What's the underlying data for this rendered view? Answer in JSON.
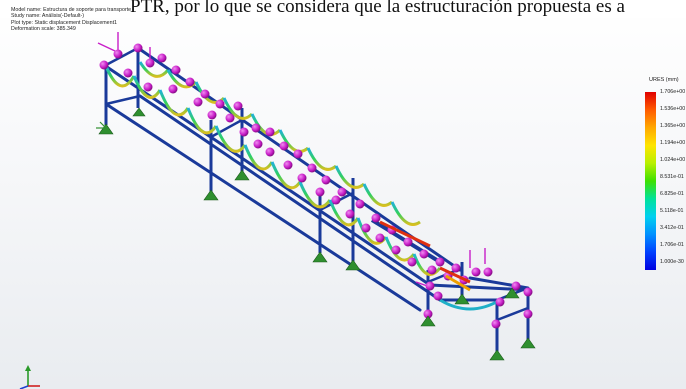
{
  "document": {
    "text_fragment": "PTR, por lo que se considera que la estructuración propuesta es a"
  },
  "study_info": {
    "model_name": "Model name: Estructura de soporte para transporte",
    "study_name": "Study name: Análisis(-Default-)",
    "plot_type": "Plot type: Static displacement Displacement1",
    "deformation_scale": "Deformation scale: 385.349"
  },
  "legend": {
    "title": "URES (mm)",
    "labels": [
      "1.706e+00",
      "1.536e+00",
      "1.365e+00",
      "1.194e+00",
      "1.024e+00",
      "8.531e-01",
      "6.825e-01",
      "5.118e-01",
      "3.412e-01",
      "1.706e-01",
      "1.000e-30"
    ],
    "colors": [
      "#e00000",
      "#ff5a00",
      "#ffa800",
      "#ffe400",
      "#b8f000",
      "#3ee000",
      "#00e29a",
      "#00d0f0",
      "#0090ff",
      "#0040ff",
      "#0000e0"
    ]
  },
  "colors": {
    "beam": "#1a3a9a",
    "load_marker": "#c81ec8",
    "fixture": "#2f8f2f"
  },
  "icons": {
    "triad": "triad-icon",
    "load": "load-arrow-icon",
    "fixture": "fixed-support-icon"
  }
}
